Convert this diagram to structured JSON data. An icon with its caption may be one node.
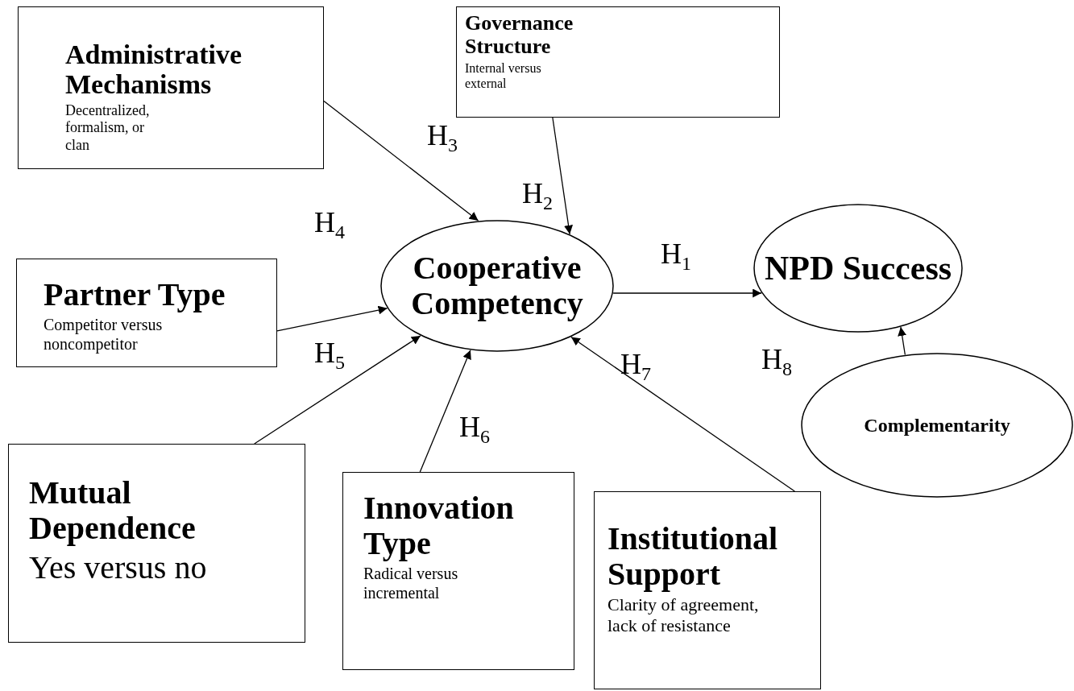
{
  "diagram": {
    "nodes": [
      {
        "text": [
          "Administrative Mechanisms",
          "Decentralized, formalism, or clan"
        ]
      },
      {
        "text": [
          "Governance Structure",
          "Internal versus external"
        ]
      },
      {
        "text": [
          "Partner Type",
          "Competitor versus noncompetitor"
        ]
      },
      {
        "text": [
          "Cooperative Competency"
        ]
      },
      {
        "text": [
          "NPD Success"
        ]
      },
      {
        "text": [
          "Complementarity"
        ]
      },
      {
        "text": [
          "Mutual Dependence",
          "Yes versus no"
        ]
      },
      {
        "text": [
          "Innovation Type",
          "Radical versus incremental"
        ]
      },
      {
        "text": [
          "Institutional Support",
          "Clarity of agreement, lack of resistance"
        ]
      }
    ],
    "edges": [
      {
        "from": 0,
        "to": 3,
        "arrow": "to",
        "label": "H$_{3}$"
      },
      {
        "from": 1,
        "to": 3,
        "arrow": "to",
        "label": "H$_{2}$"
      },
      {
        "from": 2,
        "to": 3,
        "arrow": "to",
        "label": "H$_{4}$"
      },
      {
        "from": 3,
        "to": 4,
        "arrow": "to",
        "label": "H$_{1}$"
      },
      {
        "from": 6,
        "to": 3,
        "arrow": "to",
        "label": "H$_{5}$"
      },
      {
        "from": 7,
        "to": 3,
        "arrow": "to",
        "label": "H$_{6}$"
      },
      {
        "from": 8,
        "to": 3,
        "arrow": "to",
        "label": "H$_{7}$"
      },
      {
        "from": 5,
        "to": 4,
        "arrow": "to",
        "label": "H$_{8}$"
      }
    ]
  }
}
